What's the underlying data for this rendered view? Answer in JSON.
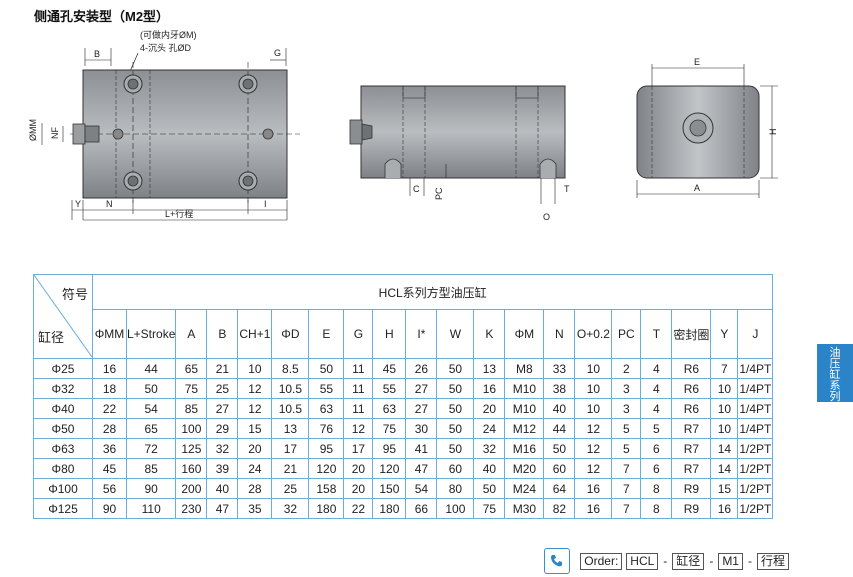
{
  "title": "侧通孔安装型（M2型）",
  "drawing_labels": {
    "front": {
      "note1": "(可做内牙ØM)",
      "note2": "4-沉头 孔ØD",
      "B": "B",
      "G": "G",
      "MM": "ØMM",
      "NF": "NF",
      "Y": "Y",
      "N": "N",
      "L": "L+行程",
      "I": "I"
    },
    "side": {
      "C": "C",
      "PC": "PC",
      "T": "T",
      "O": "O"
    },
    "end": {
      "E": "E",
      "H": "H",
      "A": "A"
    }
  },
  "table": {
    "corner_top": "符号",
    "corner_bottom": "缸径",
    "series_title": "HCL系列方型油压缸",
    "headers": [
      "ΦMM",
      "L+Stroke",
      "A",
      "B",
      "CH+1",
      "ΦD",
      "E",
      "G",
      "H",
      "I*",
      "W",
      "K",
      "ΦM",
      "N",
      "O+0.2",
      "PC",
      "T",
      "密封圈",
      "Y",
      "J"
    ],
    "rows": [
      [
        "Φ25",
        "16",
        "44",
        "65",
        "21",
        "10",
        "8.5",
        "50",
        "11",
        "45",
        "26",
        "50",
        "13",
        "M8",
        "33",
        "10",
        "2",
        "4",
        "R6",
        "7",
        "1/4PT"
      ],
      [
        "Φ32",
        "18",
        "50",
        "75",
        "25",
        "12",
        "10.5",
        "55",
        "11",
        "55",
        "27",
        "50",
        "16",
        "M10",
        "38",
        "10",
        "3",
        "4",
        "R6",
        "10",
        "1/4PT"
      ],
      [
        "Φ40",
        "22",
        "54",
        "85",
        "27",
        "12",
        "10.5",
        "63",
        "11",
        "63",
        "27",
        "50",
        "20",
        "M10",
        "40",
        "10",
        "3",
        "4",
        "R6",
        "10",
        "1/4PT"
      ],
      [
        "Φ50",
        "28",
        "65",
        "100",
        "29",
        "15",
        "13",
        "76",
        "12",
        "75",
        "30",
        "50",
        "24",
        "M12",
        "44",
        "12",
        "5",
        "5",
        "R7",
        "10",
        "1/4PT"
      ],
      [
        "Φ63",
        "36",
        "72",
        "125",
        "32",
        "20",
        "17",
        "95",
        "17",
        "95",
        "41",
        "50",
        "32",
        "M16",
        "50",
        "12",
        "5",
        "6",
        "R7",
        "14",
        "1/2PT"
      ],
      [
        "Φ80",
        "45",
        "85",
        "160",
        "39",
        "24",
        "21",
        "120",
        "20",
        "120",
        "47",
        "60",
        "40",
        "M20",
        "60",
        "12",
        "7",
        "6",
        "R7",
        "14",
        "1/2PT"
      ],
      [
        "Φ100",
        "56",
        "90",
        "200",
        "40",
        "28",
        "25",
        "158",
        "20",
        "150",
        "54",
        "80",
        "50",
        "M24",
        "64",
        "16",
        "7",
        "8",
        "R9",
        "15",
        "1/2PT"
      ],
      [
        "Φ125",
        "90",
        "110",
        "230",
        "47",
        "35",
        "32",
        "180",
        "22",
        "180",
        "66",
        "100",
        "75",
        "M30",
        "82",
        "16",
        "7",
        "8",
        "R9",
        "16",
        "1/2PT"
      ]
    ]
  },
  "side_tab": [
    "油",
    "压",
    "缸",
    "系",
    "列"
  ],
  "order": {
    "label": "Order:",
    "parts": [
      "HCL",
      "缸径",
      "M1",
      "行程"
    ]
  },
  "colors": {
    "accent": "#2b84c8",
    "table_border": "#3b8fc9"
  }
}
